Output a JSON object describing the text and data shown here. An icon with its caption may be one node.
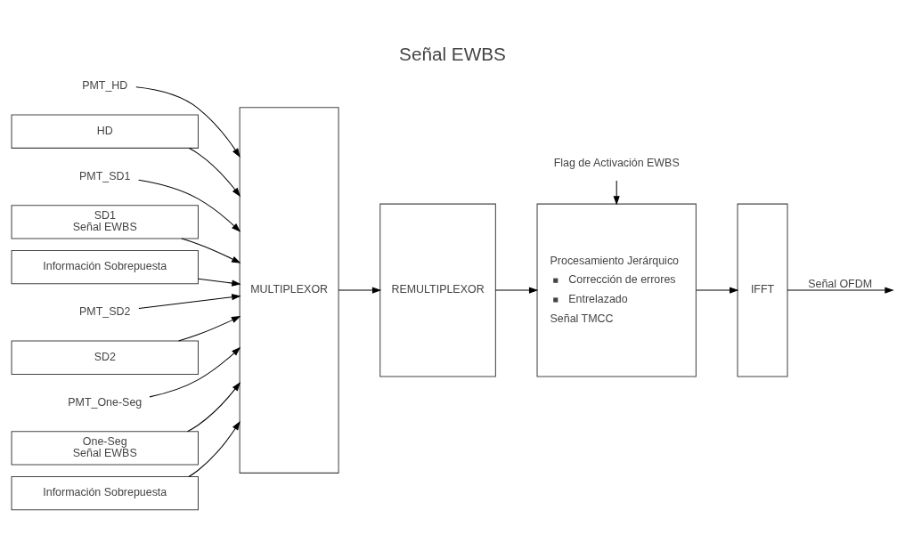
{
  "diagram": {
    "title": "Señal EWBS",
    "nodes": [
      {
        "text": [
          "PMT_HD"
        ]
      },
      {
        "text": [
          "HD"
        ]
      },
      {
        "text": [
          "PMT_SD1"
        ]
      },
      {
        "text": [
          "SD1",
          "Señal EWBS"
        ]
      },
      {
        "text": [
          "Información Sobrepuesta"
        ]
      },
      {
        "text": [
          "PMT_SD2"
        ]
      },
      {
        "text": [
          "SD2"
        ]
      },
      {
        "text": [
          "PMT_One-Seg"
        ]
      },
      {
        "text": [
          "One-Seg",
          "Señal EWBS"
        ]
      },
      {
        "text": [
          "Información Sobrepuesta"
        ]
      },
      {
        "text": [
          "MULTIPLEXOR"
        ]
      },
      {
        "text": [
          "REMULTIPLEXOR"
        ]
      },
      {
        "text": [
          "Procesamiento Jerárquico",
          "Corrección de errores",
          "Entrelazado",
          "Señal TMCC"
        ]
      },
      {
        "text": [
          "IFFT"
        ]
      },
      {
        "text": [
          "Flag de Activación EWBS"
        ]
      }
    ],
    "edges": [
      {
        "from": 0,
        "to": 10,
        "arrow": "to"
      },
      {
        "from": 1,
        "to": 10,
        "arrow": "to"
      },
      {
        "from": 2,
        "to": 10,
        "arrow": "to"
      },
      {
        "from": 3,
        "to": 10,
        "arrow": "to"
      },
      {
        "from": 4,
        "to": 10,
        "arrow": "to"
      },
      {
        "from": 5,
        "to": 10,
        "arrow": "to"
      },
      {
        "from": 6,
        "to": 10,
        "arrow": "to"
      },
      {
        "from": 7,
        "to": 10,
        "arrow": "to"
      },
      {
        "from": 8,
        "to": 10,
        "arrow": "to"
      },
      {
        "from": 9,
        "to": 10,
        "arrow": "to"
      },
      {
        "from": 10,
        "to": 11,
        "arrow": "to"
      },
      {
        "from": 11,
        "to": 12,
        "arrow": "to"
      },
      {
        "from": 12,
        "to": 13,
        "arrow": "to"
      },
      {
        "from": 13,
        "to": null,
        "arrow": "to",
        "label": "Señal OFDM"
      },
      {
        "from": 14,
        "to": 12,
        "arrow": "to"
      }
    ]
  }
}
